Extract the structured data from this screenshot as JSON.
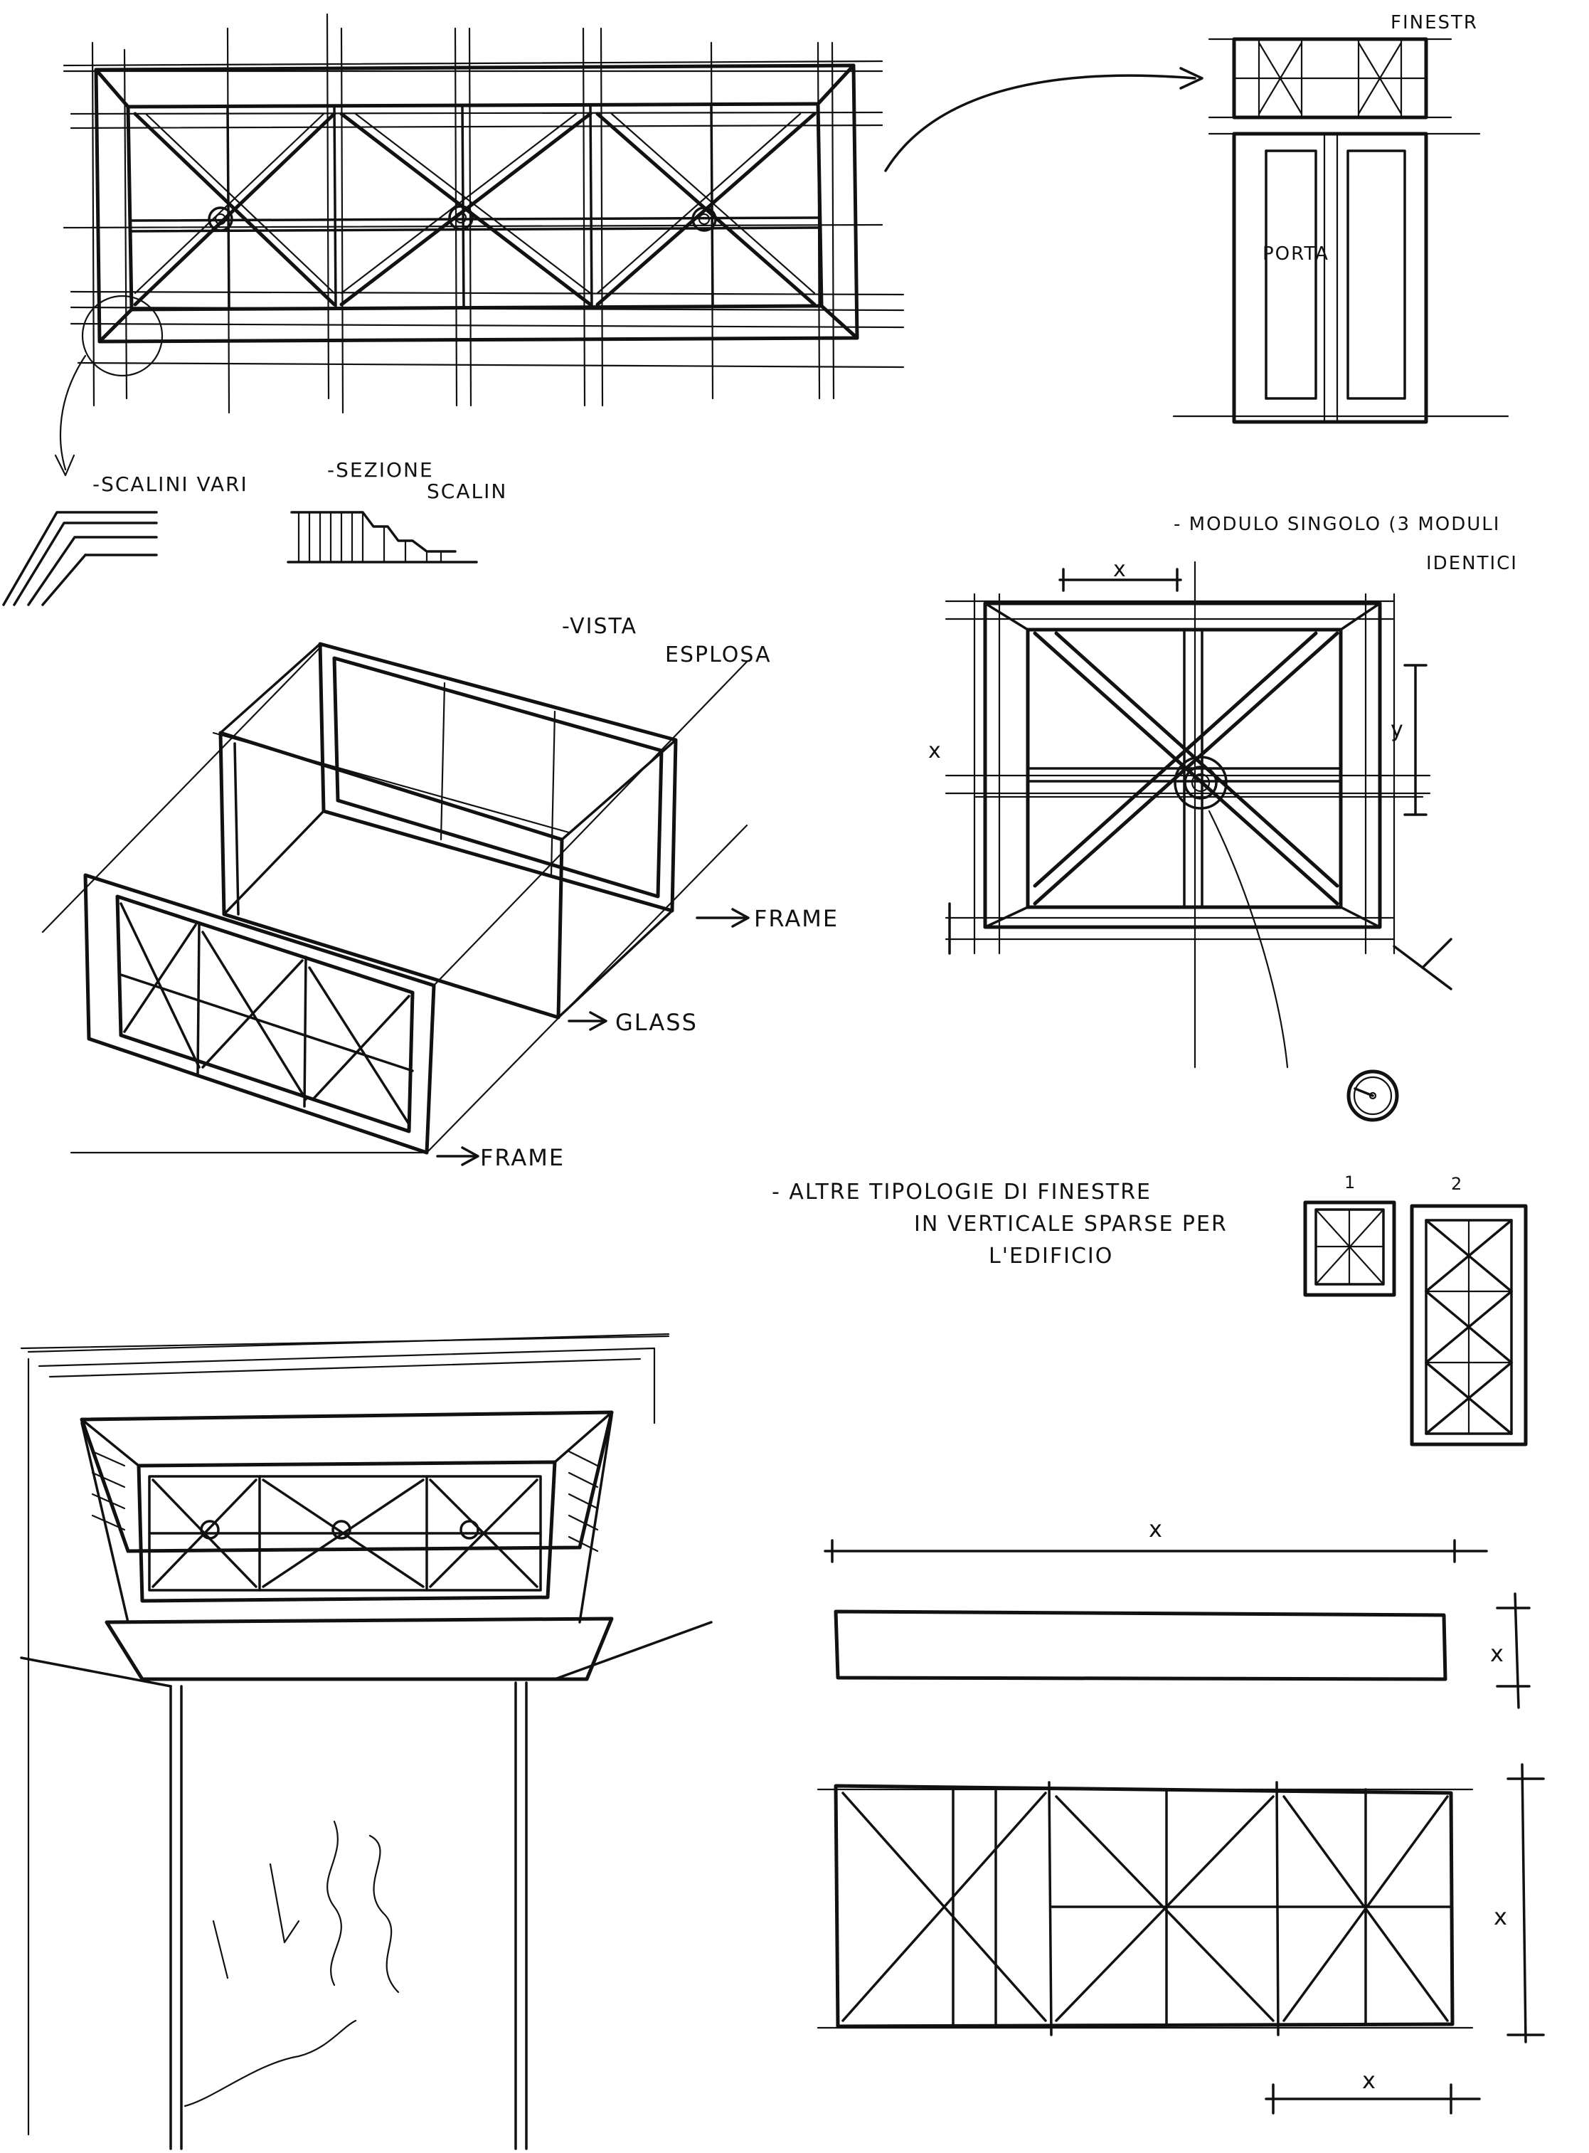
{
  "labels": {
    "finestra": "FINESTR",
    "porta": "PORTA",
    "scalini": "-SCALINI VARI",
    "sezione_1": "-SEZIONE",
    "sezione_2": "SCALIN",
    "modulo_1": "- MODULO SINGOLO (3 MODULI",
    "modulo_2": "IDENTICI",
    "vista_1": "-VISTA",
    "vista_2": "ESPLOSA",
    "frame_top": "FRAME",
    "glass": "GLASS",
    "frame_bottom": "FRAME",
    "altre_1": "- ALTRE TIPOLOGIE DI FINESTRE",
    "altre_2": "IN VERTICALE SPARSE PER",
    "altre_3": "L'EDIFICIO",
    "num_1": "1",
    "num_2": "2"
  },
  "dimensions": {
    "dim_x": "x",
    "dim_y": "y"
  },
  "colors": {
    "ink": "#111111",
    "paper": "#ffffff"
  }
}
